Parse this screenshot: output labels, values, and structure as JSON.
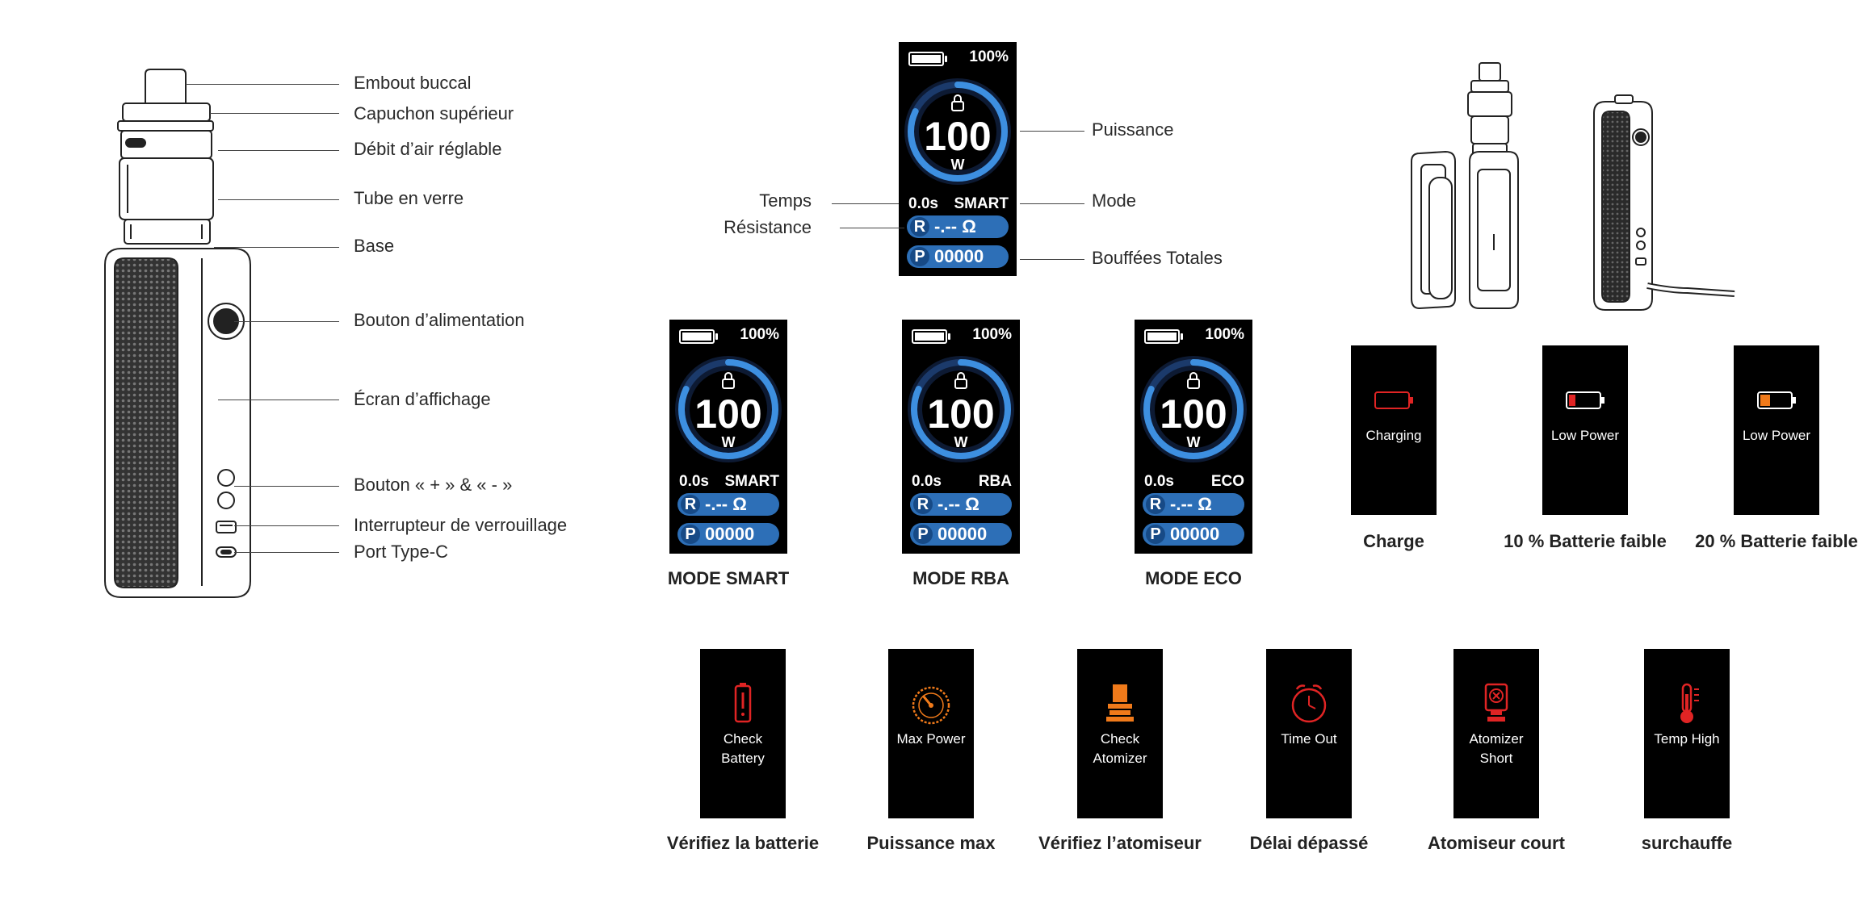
{
  "device_labels": [
    "Embout buccal",
    "Capuchon supérieur",
    "Débit d’air réglable",
    "Tube en verre",
    "Base",
    "Bouton d’alimentation",
    "Écran d’affichage",
    "Bouton « + » & « - »",
    "Interrupteur de verrouillage",
    "Port Type-C"
  ],
  "main_screen": {
    "battery_pct": "100%",
    "power": "100",
    "unit": "W",
    "timer": "0.0s",
    "mode": "SMART",
    "resistance_tag": "R",
    "resistance": "-.-- Ω",
    "puffs_tag": "P",
    "puffs": "00000",
    "dial_fill": 0.82,
    "labels": {
      "puissance": "Puissance",
      "temps": "Temps",
      "mode": "Mode",
      "resistance": "Résistance",
      "bouffees": "Bouffées Totales"
    }
  },
  "mode_screens": [
    {
      "battery_pct": "100%",
      "power": "100",
      "unit": "W",
      "timer": "0.0s",
      "mode": "SMART",
      "resistance_tag": "R",
      "resistance": "-.-- Ω",
      "puffs_tag": "P",
      "puffs": "00000",
      "caption": "MODE SMART"
    },
    {
      "battery_pct": "100%",
      "power": "100",
      "unit": "W",
      "timer": "0.0s",
      "mode": "RBA",
      "resistance_tag": "R",
      "resistance": "-.-- Ω",
      "puffs_tag": "P",
      "puffs": "00000",
      "caption": "MODE RBA"
    },
    {
      "battery_pct": "100%",
      "power": "100",
      "unit": "W",
      "timer": "0.0s",
      "mode": "ECO",
      "resistance_tag": "R",
      "resistance": "-.-- Ω",
      "puffs_tag": "P",
      "puffs": "00000",
      "caption": "MODE ECO"
    }
  ],
  "battery_screens": [
    {
      "icon": "empty-battery-icon",
      "text": "Charging",
      "caption": "Charge",
      "color": "#e02424"
    },
    {
      "icon": "low-battery-red-icon",
      "text": "Low Power",
      "caption": "10 % Batterie faible",
      "color": "#e02424"
    },
    {
      "icon": "low-battery-orange-icon",
      "text": "Low Power",
      "caption": "20 % Batterie faible",
      "color": "#f07a1a"
    }
  ],
  "warning_screens": [
    {
      "icon": "battery-warning-icon",
      "text_lines": [
        "Check",
        "Battery"
      ],
      "caption": "Vérifiez la batterie",
      "color": "#e02424"
    },
    {
      "icon": "gauge-icon",
      "text_lines": [
        "Max Power"
      ],
      "caption": "Puissance max",
      "color": "#f07a1a"
    },
    {
      "icon": "atomizer-icon",
      "text_lines": [
        "Check",
        "Atomizer"
      ],
      "caption": "Vérifiez l’atomiseur",
      "color": "#f07a1a"
    },
    {
      "icon": "alarm-clock-icon",
      "text_lines": [
        "Time Out"
      ],
      "caption": "Délai dépassé",
      "color": "#e02424"
    },
    {
      "icon": "atomizer-short-icon",
      "text_lines": [
        "Atomizer",
        "Short"
      ],
      "caption": "Atomiseur court",
      "color": "#e02424"
    },
    {
      "icon": "thermometer-icon",
      "text_lines": [
        "Temp High"
      ],
      "caption": "surchauffe",
      "color": "#e02424"
    }
  ],
  "colors": {
    "screen_bg": "#000000",
    "accent_blue": "#2d6fb7",
    "alert_red": "#e02424",
    "alert_orange": "#f07a1a"
  }
}
